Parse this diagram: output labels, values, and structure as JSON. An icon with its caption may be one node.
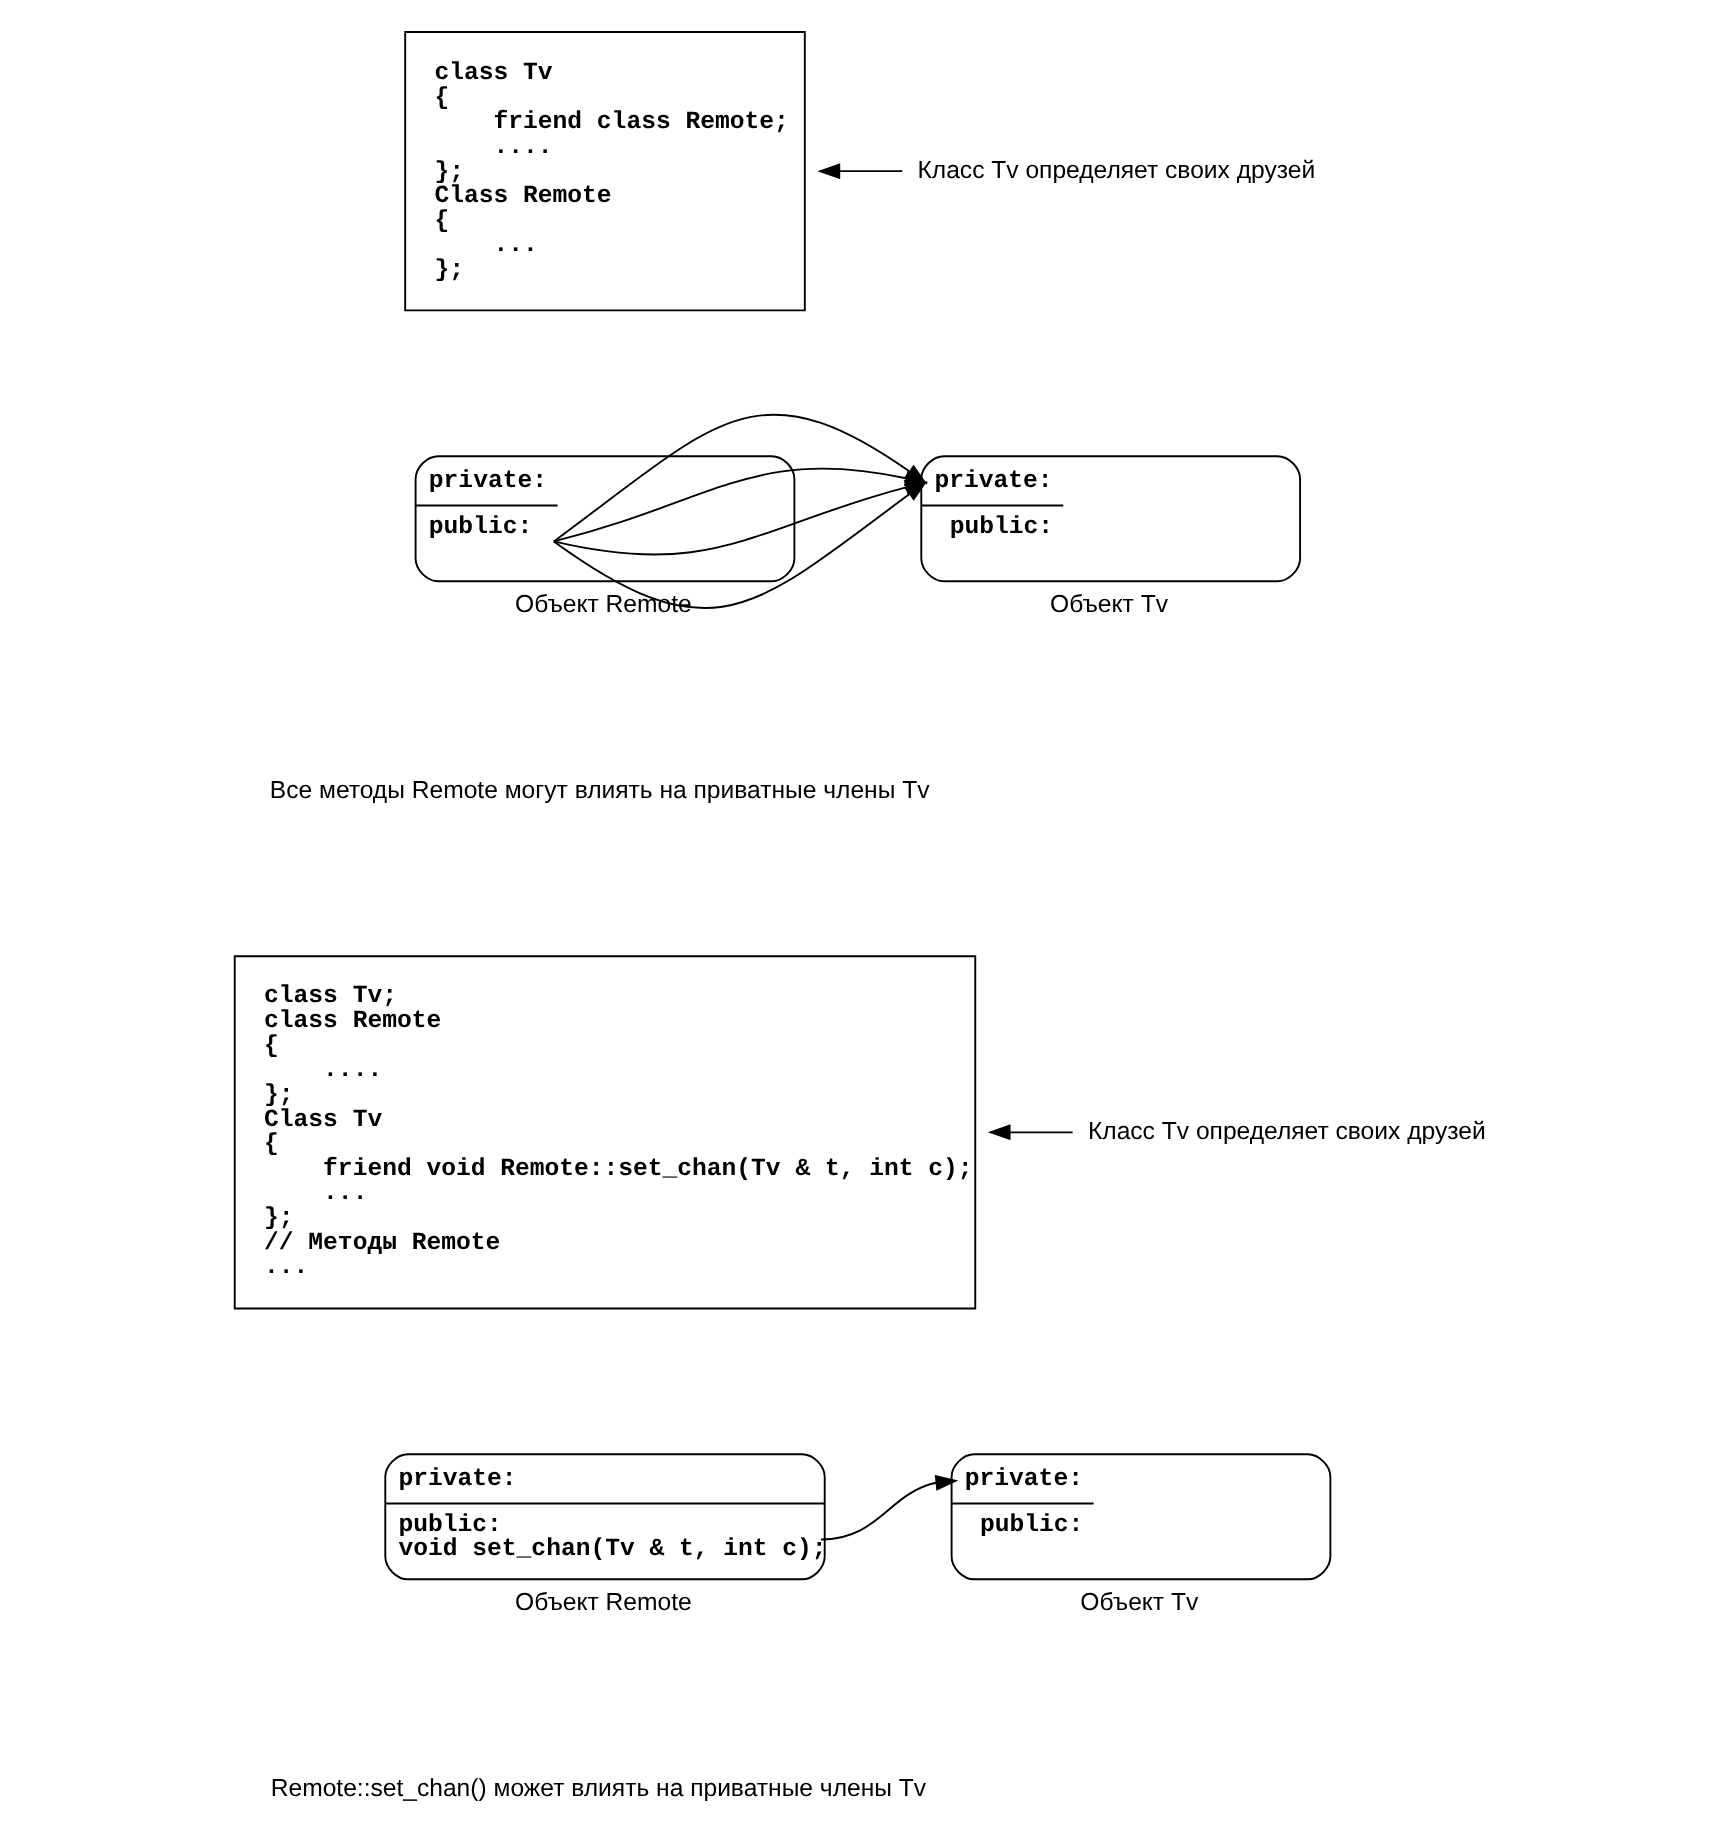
{
  "diagram": {
    "nodes": [
      {
        "text": [
          "class Tv",
          "{",
          "    friend class Remote;",
          "    ....",
          "};",
          "Class Remote",
          "{",
          "    ...",
          "};"
        ]
      },
      {
        "text": [
          "Класс Tv определяет своих друзей"
        ]
      },
      {
        "text": [
          "private:",
          "public:"
        ],
        "beside": [
          "Объект Remote"
        ]
      },
      {
        "text": [
          "private:",
          "public:"
        ],
        "beside": [
          "Объект Tv"
        ]
      },
      {
        "text": [
          "class Tv;",
          "class Remote",
          "{",
          "    ....",
          "};",
          "Class Tv",
          "{",
          "    friend void Remote::set_chan(Tv & t, int c);",
          "    ...",
          "};",
          "// Методы Remote",
          "..."
        ]
      },
      {
        "text": [
          "Класс Tv определяет своих друзей"
        ]
      },
      {
        "text": [
          "private:",
          "public:",
          "void set_chan(Tv & t, int c);"
        ],
        "beside": [
          "Объект Remote"
        ]
      },
      {
        "text": [
          "private:",
          "public:"
        ],
        "beside": [
          "Объект Tv"
        ]
      }
    ],
    "edges": [
      {
        "from": 1,
        "to": 0,
        "arrow": "to"
      },
      {
        "from": 2,
        "to": 3,
        "arrow": "to"
      },
      {
        "from": 2,
        "to": 3,
        "arrow": "to"
      },
      {
        "from": 2,
        "to": 3,
        "arrow": "to"
      },
      {
        "from": 2,
        "to": 3,
        "arrow": "to"
      },
      {
        "from": 5,
        "to": 4,
        "arrow": "to"
      },
      {
        "from": 6,
        "to": 7,
        "arrow": "to"
      }
    ],
    "labels": [
      "Все методы Remote могут влиять на приватные члены Tv",
      "Remote::set_chan() может влиять на приватные члены Tv"
    ]
  }
}
